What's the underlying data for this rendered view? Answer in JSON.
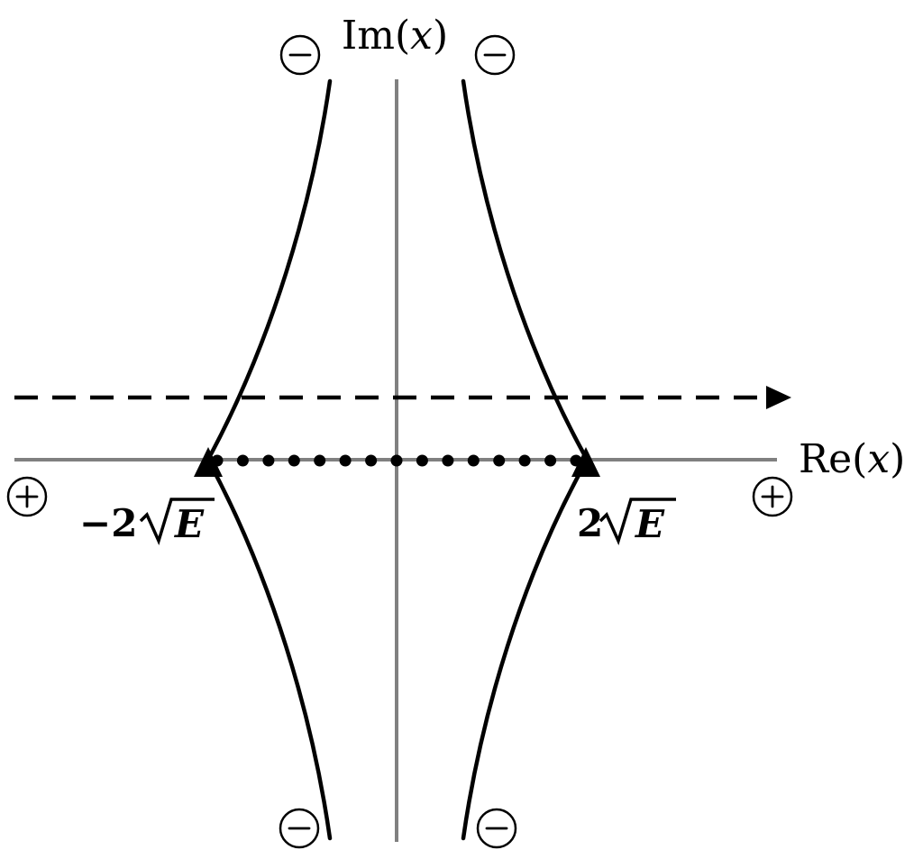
{
  "axes": {
    "imag_label_prefix": "Im(",
    "imag_label_var": "x",
    "imag_label_suffix": ")",
    "real_label_prefix": "Re(",
    "real_label_var": "x",
    "real_label_suffix": ")"
  },
  "turning_points": {
    "left": {
      "coefficient": "−2",
      "radicand": "E"
    },
    "right": {
      "coefficient": "2",
      "radicand": "E"
    }
  },
  "sign_markers": {
    "positive": "plus",
    "negative": "minus"
  },
  "colors": {
    "axes": "#808080",
    "curves": "#000000",
    "background": "#ffffff"
  }
}
